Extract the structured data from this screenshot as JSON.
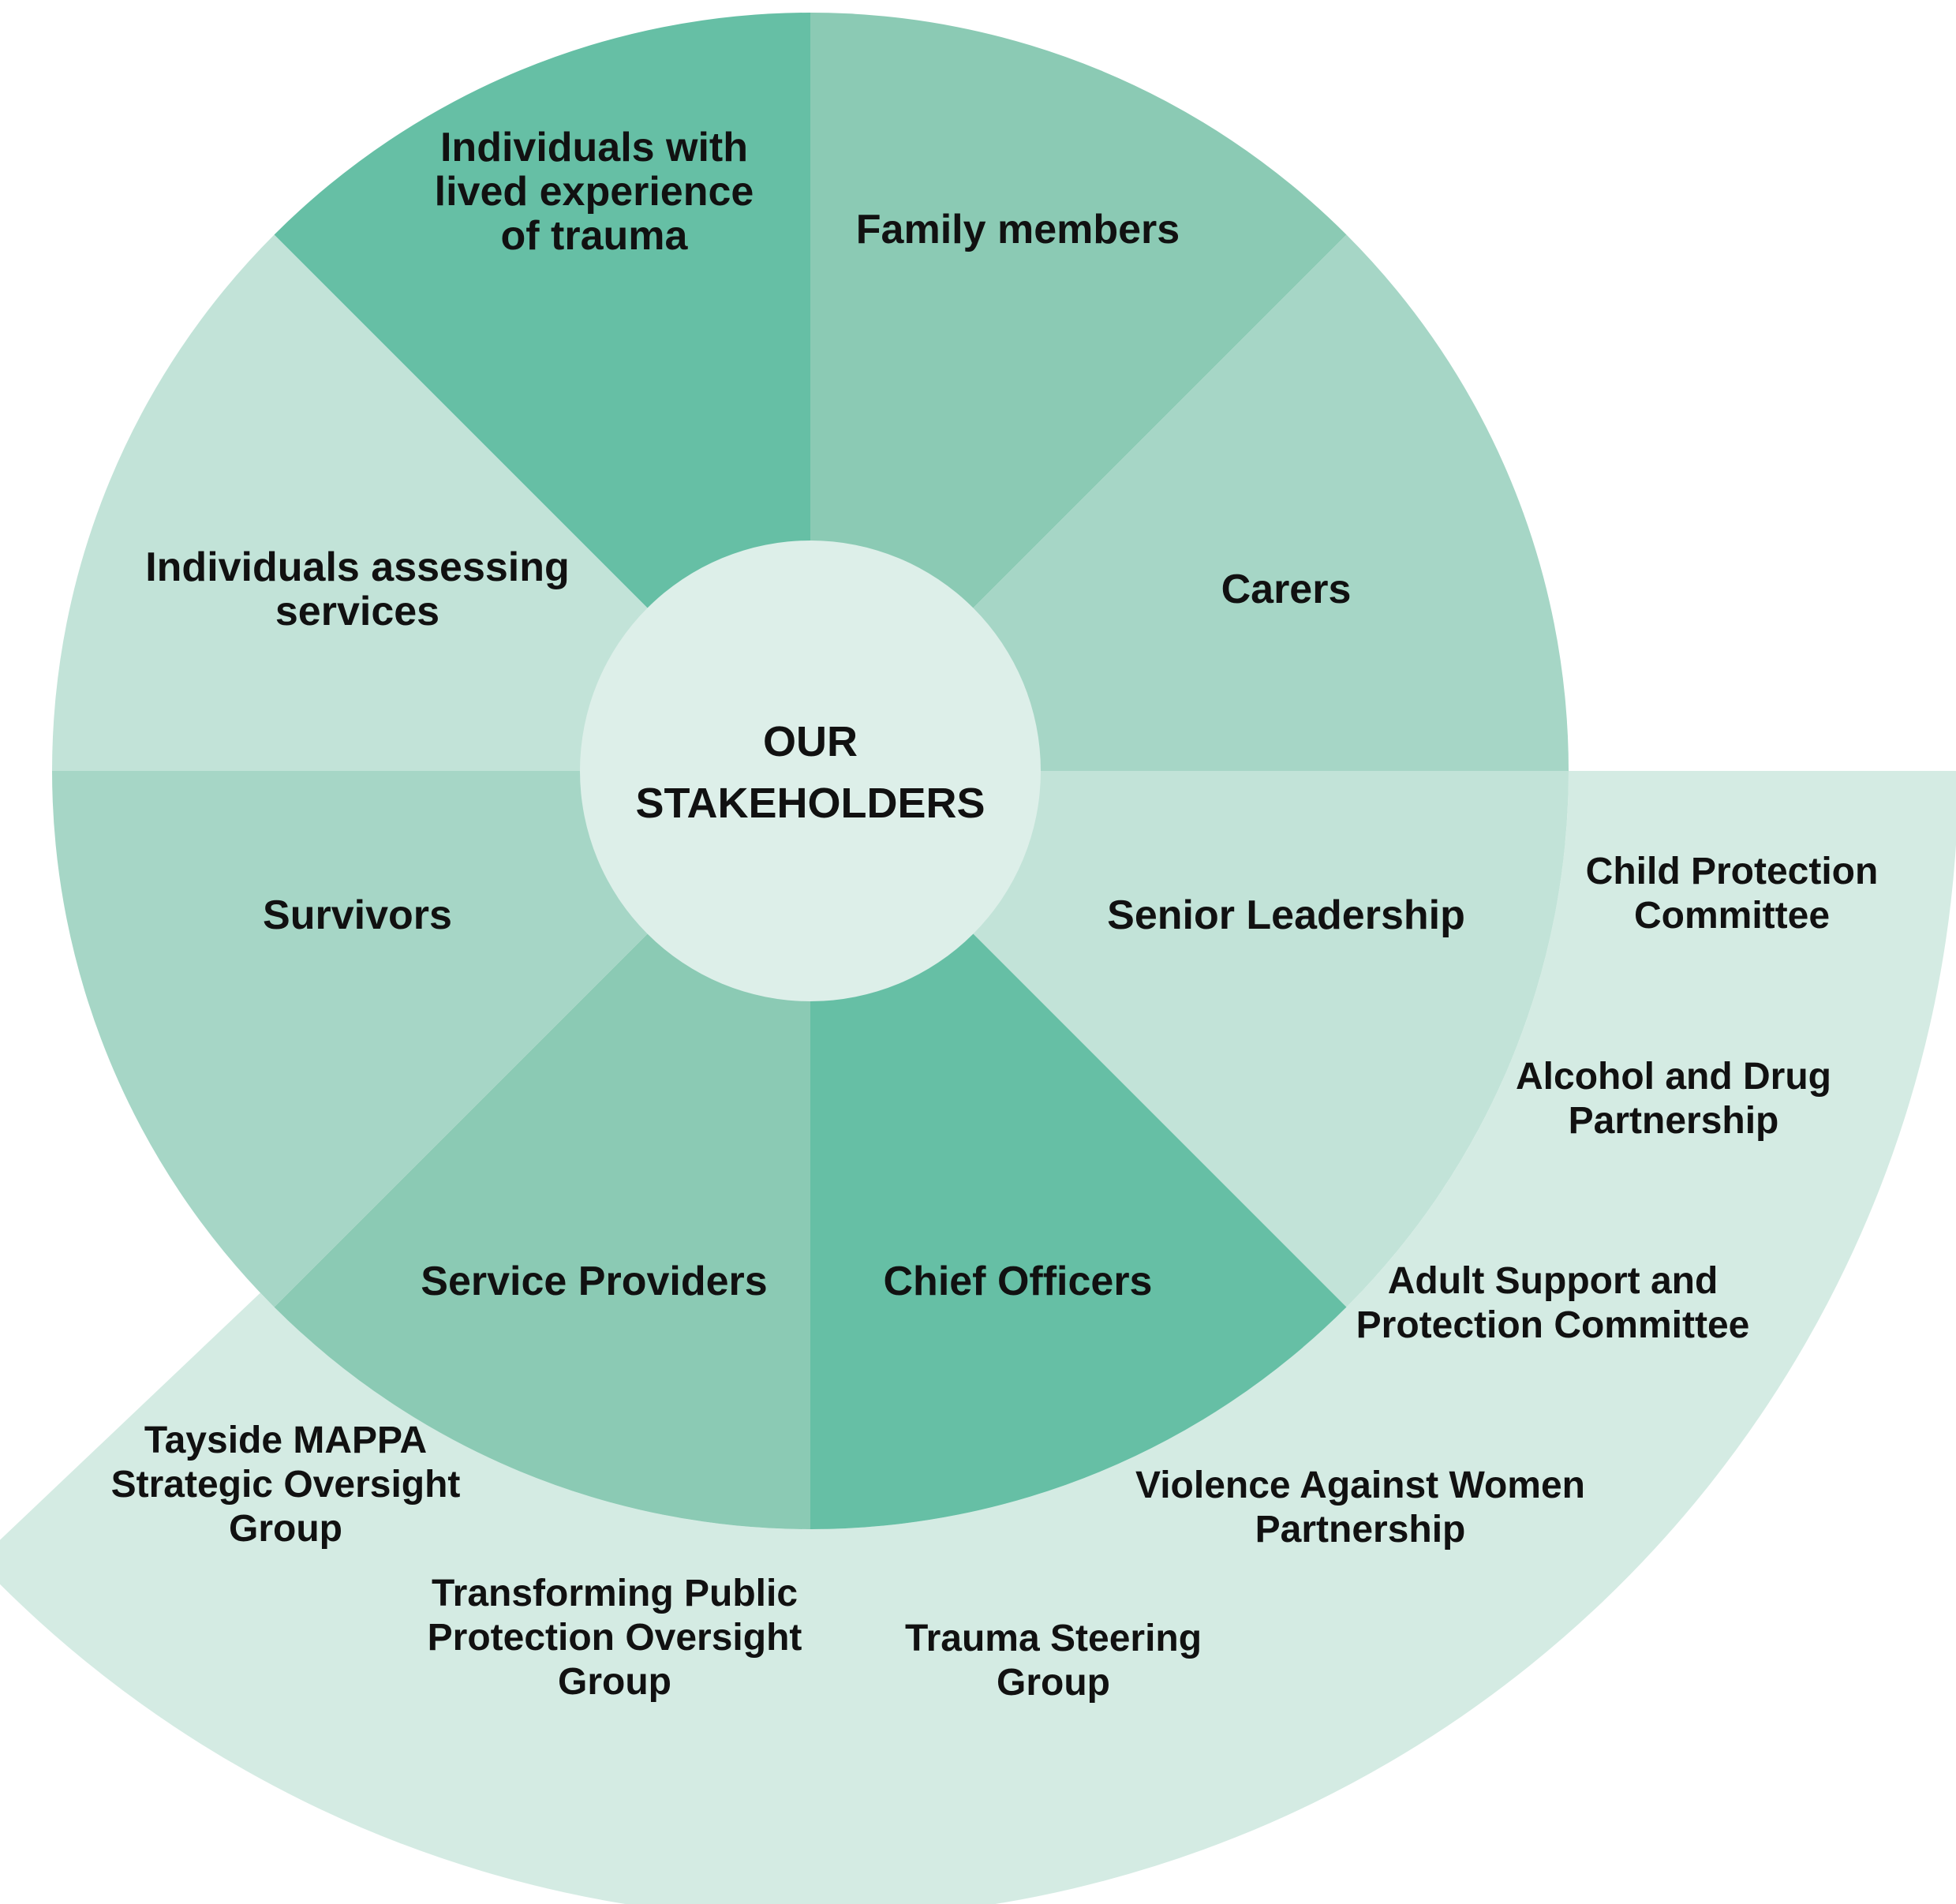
{
  "center": {
    "title_line1": "OUR",
    "title_line2": "STAKEHOLDERS"
  },
  "segments": [
    {
      "id": "lived-experience",
      "lines": [
        "Individuals with",
        "lived experience",
        "of trauma"
      ],
      "color": "#66bfa5"
    },
    {
      "id": "family-members",
      "lines": [
        "Family members"
      ],
      "color": "#8bcab4"
    },
    {
      "id": "carers",
      "lines": [
        "Carers"
      ],
      "color": "#a6d6c6"
    },
    {
      "id": "senior-leadership",
      "lines": [
        "Senior Leadership"
      ],
      "color": "#c2e3d8"
    },
    {
      "id": "chief-officers",
      "lines": [
        "Chief Officers"
      ],
      "color": "#66bfa5"
    },
    {
      "id": "service-providers",
      "lines": [
        "Service Providers"
      ],
      "color": "#8bcab4"
    },
    {
      "id": "survivors",
      "lines": [
        "Survivors"
      ],
      "color": "#a6d6c6"
    },
    {
      "id": "individuals-assessing",
      "lines": [
        "Individuals assessing",
        "services"
      ],
      "color": "#c2e3d8"
    }
  ],
  "outer_groups": [
    {
      "id": "child-protection",
      "lines": [
        "Child Protection",
        "Committee"
      ]
    },
    {
      "id": "alcohol-drug",
      "lines": [
        "Alcohol and Drug",
        "Partnership"
      ]
    },
    {
      "id": "adult-support",
      "lines": [
        "Adult Support and",
        "Protection Committee"
      ]
    },
    {
      "id": "violence-against-women",
      "lines": [
        "Violence Against Women",
        "Partnership"
      ]
    },
    {
      "id": "trauma-steering",
      "lines": [
        "Trauma Steering",
        "Group"
      ]
    },
    {
      "id": "transforming-public-protection",
      "lines": [
        "Transforming Public",
        "Protection Oversight",
        "Group"
      ]
    },
    {
      "id": "tayside-mappa",
      "lines": [
        "Tayside MAPPA",
        "Strategic Oversight",
        "Group"
      ]
    }
  ],
  "colors": {
    "outer_band": "#d4ebe3",
    "center_circle": "#ddefe9",
    "text": "#111111"
  }
}
